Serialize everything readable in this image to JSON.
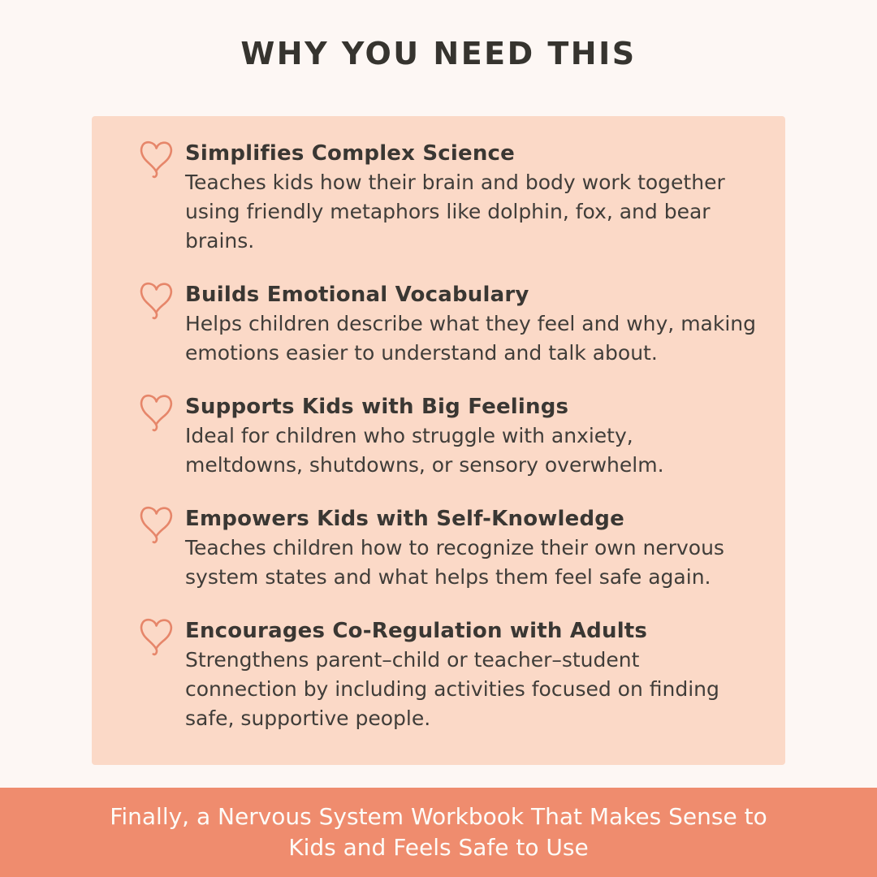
{
  "page": {
    "title": "WHY YOU NEED THIS",
    "background_color": "#FDF7F4",
    "title_color": "#36342F"
  },
  "card": {
    "background_color": "#FBD9C7",
    "heading_color": "#3A3733",
    "body_color": "#403D39",
    "items": [
      {
        "icon": "heart-outline-icon",
        "heading": "Simplifies Complex Science",
        "body_lines": [
          "Teaches kids how their brain and body work together",
          "using friendly metaphors like dolphin, fox, and bear",
          "brains."
        ]
      },
      {
        "icon": "heart-outline-icon",
        "heading": "Builds Emotional Vocabulary",
        "body_lines": [
          "Helps children describe what they feel and why, making",
          "emotions easier to understand and talk about."
        ]
      },
      {
        "icon": "heart-outline-icon",
        "heading": "Supports Kids with Big Feelings",
        "body_lines": [
          "Ideal for children who struggle with anxiety,",
          "meltdowns, shutdowns, or sensory overwhelm."
        ]
      },
      {
        "icon": "heart-outline-icon",
        "heading": "Empowers Kids with Self-Knowledge",
        "body_lines": [
          "Teaches children how to recognize their own nervous",
          "system states and what helps them feel safe again."
        ]
      },
      {
        "icon": "heart-outline-icon",
        "heading": "Encourages Co-Regulation with Adults",
        "body_lines": [
          "Strengthens parent–child or teacher–student",
          "connection by including activities focused on finding",
          "safe, supportive people."
        ]
      }
    ]
  },
  "banner": {
    "background_color": "#EF8C6E",
    "text_color": "#FDFCF8",
    "lines": [
      "Finally, a Nervous System Workbook That Makes Sense to",
      "Kids and Feels Safe to Use"
    ]
  },
  "icons": {
    "heart_stroke_color": "#E6866A"
  }
}
